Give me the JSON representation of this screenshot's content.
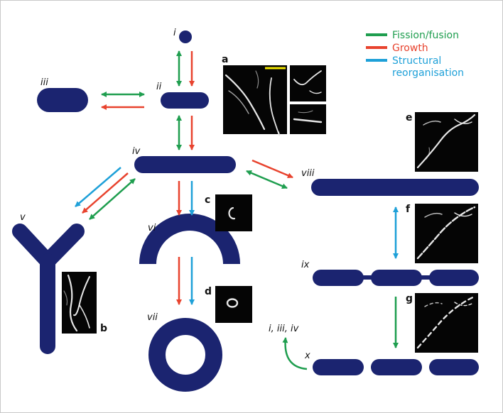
{
  "colors": {
    "fission_fusion": "#1f9e4f",
    "growth": "#e8432e",
    "structural": "#1ea0d8",
    "organelle": "#1b2470",
    "micrograph_bg": "#050505",
    "scale_bar": "#f2e600"
  },
  "legend": {
    "fission_fusion": "Fission/fusion",
    "growth": "Growth",
    "structural_line1": "Structural",
    "structural_line2": "reorganisation"
  },
  "states": {
    "i": "i",
    "ii": "ii",
    "iii": "iii",
    "iv": "iv",
    "v": "v",
    "vi": "vi",
    "vii": "vii",
    "viii": "viii",
    "ix": "ix",
    "x": "x"
  },
  "panels": {
    "a": "a",
    "b": "b",
    "c": "c",
    "d": "d",
    "e": "e",
    "f": "f",
    "g": "g"
  },
  "return_label": "i, iii, iv"
}
